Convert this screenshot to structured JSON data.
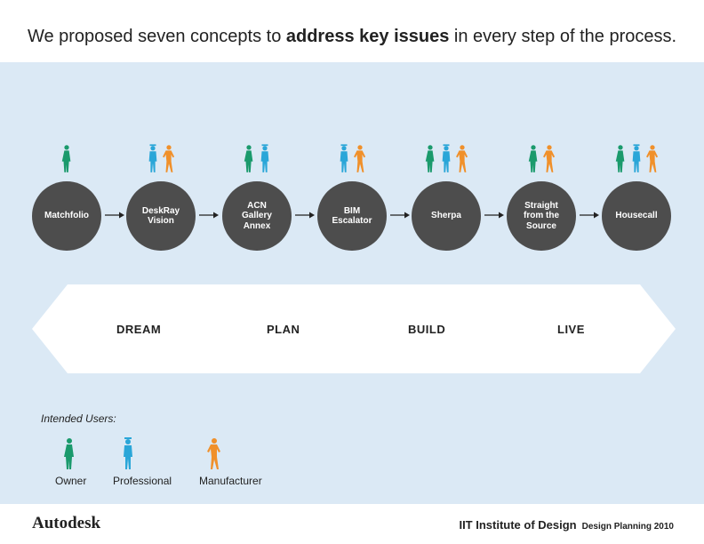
{
  "headline": {
    "pre": "We proposed seven concepts to ",
    "bold": "address key issues",
    "post": " in every step of the process."
  },
  "colors": {
    "background_panel": "#dbe9f5",
    "concept_circle": "#4d4d4d",
    "owner": "#1a9a6c",
    "professional": "#2aa6d8",
    "manufacturer": "#f0902a"
  },
  "concepts": [
    {
      "label": "Matchfolio",
      "users": [
        "owner"
      ]
    },
    {
      "label": "DeskRay\nVision",
      "users": [
        "professional",
        "manufacturer"
      ]
    },
    {
      "label": "ACN\nGallery\nAnnex",
      "users": [
        "owner",
        "professional"
      ]
    },
    {
      "label": "BIM\nEscalator",
      "users": [
        "professional",
        "manufacturer"
      ]
    },
    {
      "label": "Sherpa",
      "users": [
        "owner",
        "professional",
        "manufacturer"
      ]
    },
    {
      "label": "Straight\nfrom the\nSource",
      "users": [
        "owner",
        "manufacturer"
      ]
    },
    {
      "label": "Housecall",
      "users": [
        "owner",
        "professional",
        "manufacturer"
      ]
    }
  ],
  "phases": [
    "DREAM",
    "PLAN",
    "BUILD",
    "LIVE"
  ],
  "legend": {
    "title": "Intended Users:",
    "items": [
      {
        "key": "owner",
        "label": "Owner"
      },
      {
        "key": "professional",
        "label": "Professional"
      },
      {
        "key": "manufacturer",
        "label": "Manufacturer"
      }
    ]
  },
  "footer": {
    "left": "Autodesk",
    "right": "IIT Institute of Design",
    "right_sub": "Design Planning 2010"
  }
}
